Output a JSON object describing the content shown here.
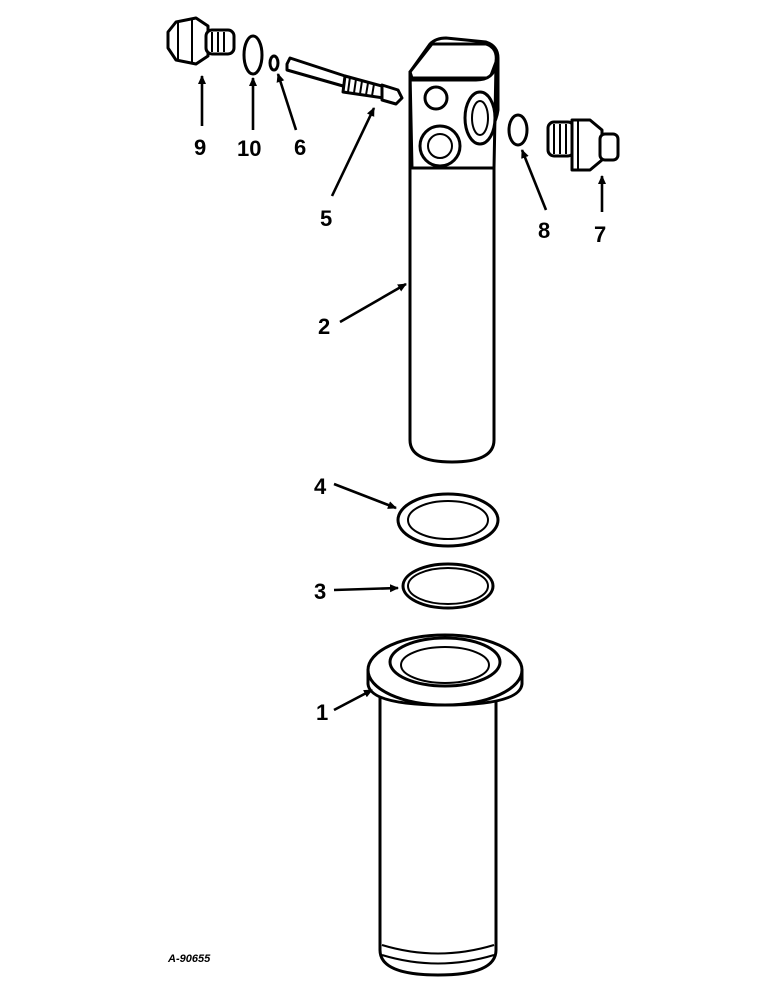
{
  "callouts": {
    "c1": "1",
    "c2": "2",
    "c3": "3",
    "c4": "4",
    "c5": "5",
    "c6": "6",
    "c7": "7",
    "c8": "8",
    "c9": "9",
    "c10": "10"
  },
  "reference_code": "A-90655",
  "colors": {
    "ink": "#000000",
    "paper": "#ffffff"
  }
}
